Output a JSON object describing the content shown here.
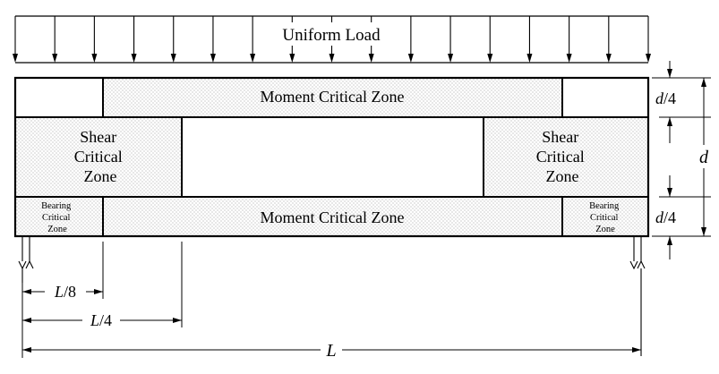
{
  "load_label": "Uniform Load",
  "zones": {
    "moment_top": "Moment Critical Zone",
    "moment_bottom": "Moment Critical Zone",
    "shear_left": [
      "Shear",
      "Critical",
      "Zone"
    ],
    "shear_right": [
      "Shear",
      "Critical",
      "Zone"
    ],
    "bearing_left": [
      "Bearing",
      "Critical",
      "Zone"
    ],
    "bearing_right": [
      "Bearing",
      "Critical",
      "Zone"
    ]
  },
  "dimensions": {
    "d_quarter_top_var": "d",
    "d_quarter_top_den": "/4",
    "d_total": "d",
    "d_quarter_bottom_var": "d",
    "d_quarter_bottom_den": "/4",
    "l_eighth_var": "L",
    "l_eighth_den": "/8",
    "l_quarter_var": "L",
    "l_quarter_den": "/4",
    "l_total": "L"
  },
  "colors": {
    "line": "#000000",
    "dot": "#8a8a8a",
    "background": "#ffffff"
  }
}
